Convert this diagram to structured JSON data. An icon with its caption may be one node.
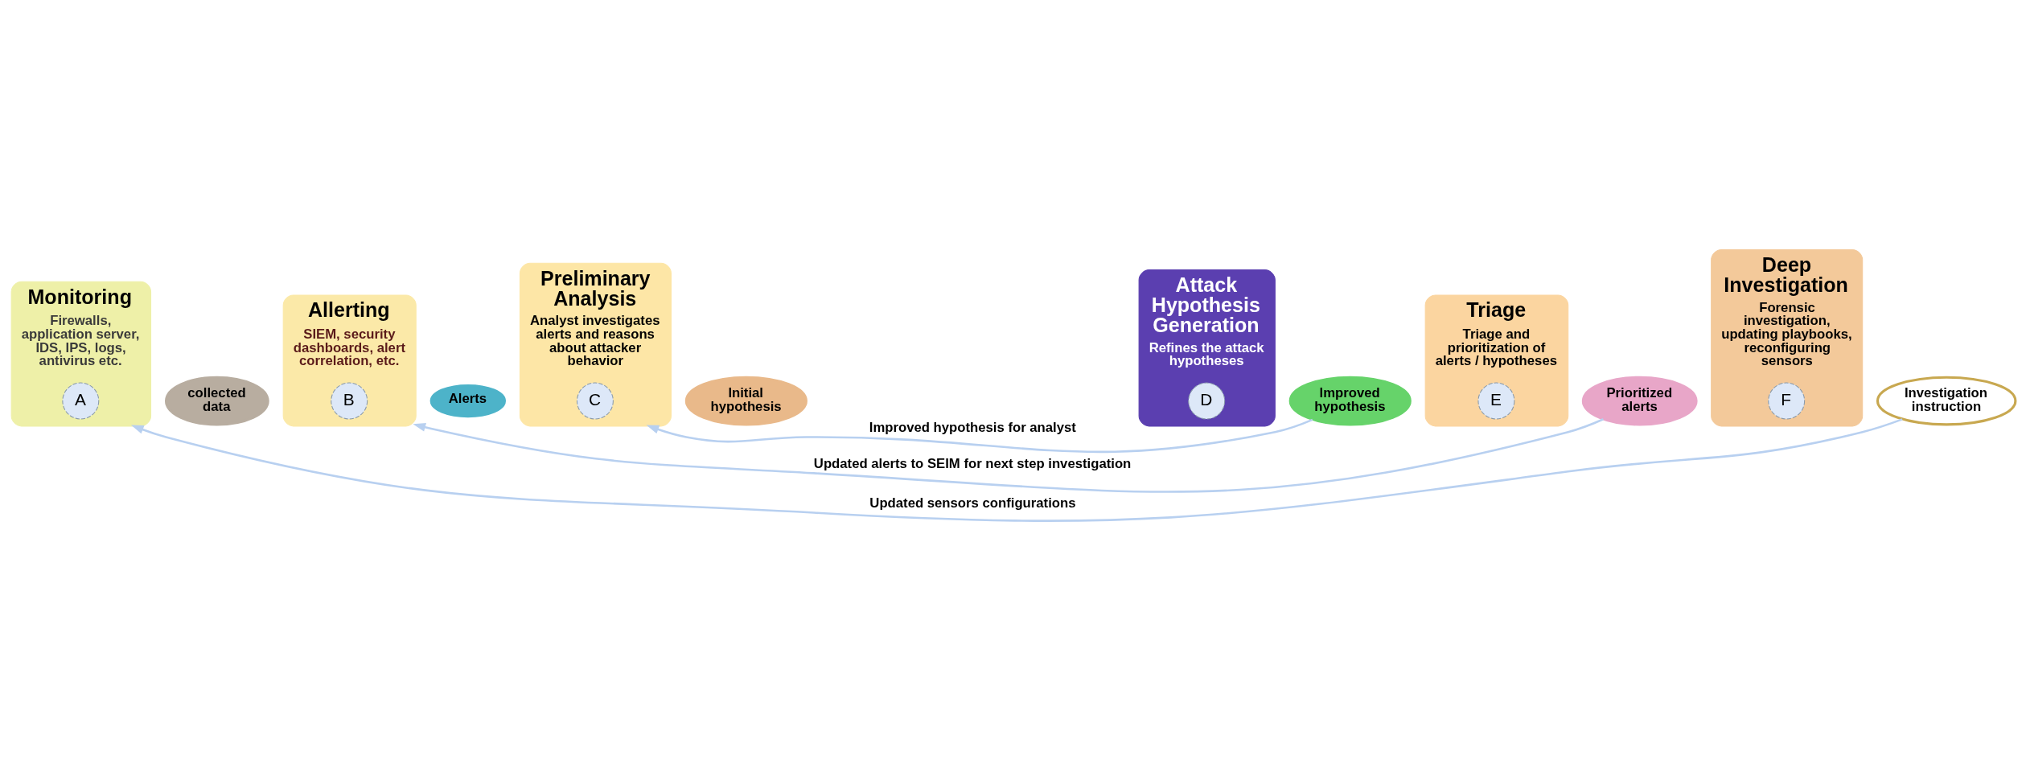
{
  "diagram": {
    "nodes": [
      {
        "text": [
          "Monitoring",
          "Firewalls, application server, IDS, IPS, logs, antivirus etc."
        ]
      },
      {
        "text": [
          "A"
        ],
        "in": 0
      },
      {
        "text": [
          "collected data"
        ]
      },
      {
        "text": [
          "Allerting",
          "SIEM, security dashboards, alert correlation, etc."
        ]
      },
      {
        "text": [
          "B"
        ],
        "in": 3
      },
      {
        "text": [
          "Alerts"
        ]
      },
      {
        "text": [
          "Preliminary Analysis",
          "Analyst investigates alerts and reasons about attacker behavior"
        ]
      },
      {
        "text": [
          "C"
        ],
        "in": 6
      },
      {
        "text": [
          "Initial hypothesis"
        ]
      },
      {
        "text": [
          "Attack Hypothesis Generation",
          "Refines the attack hypotheses"
        ]
      },
      {
        "text": [
          "D"
        ],
        "in": 9
      },
      {
        "text": [
          "Improved hypothesis"
        ]
      },
      {
        "text": [
          "Triage",
          "Triage and prioritization of alerts / hypotheses"
        ]
      },
      {
        "text": [
          "E"
        ],
        "in": 12
      },
      {
        "text": [
          "Prioritized alerts"
        ]
      },
      {
        "text": [
          "Deep Investigation",
          "Forensic investigation, updating playbooks, reconfiguring sensors"
        ]
      },
      {
        "text": [
          "F"
        ],
        "in": 15
      },
      {
        "text": [
          "Investigation instruction"
        ]
      }
    ],
    "edges": [
      {
        "from": 11,
        "to": 6,
        "arrow": "to",
        "label": "Improved hypothesis for analyst"
      },
      {
        "from": 14,
        "to": 3,
        "arrow": "to",
        "label": "Updated alerts to SEIM for next step investigation"
      },
      {
        "from": 17,
        "to": 0,
        "arrow": "to",
        "label": "Updated sensors configurations"
      }
    ]
  }
}
